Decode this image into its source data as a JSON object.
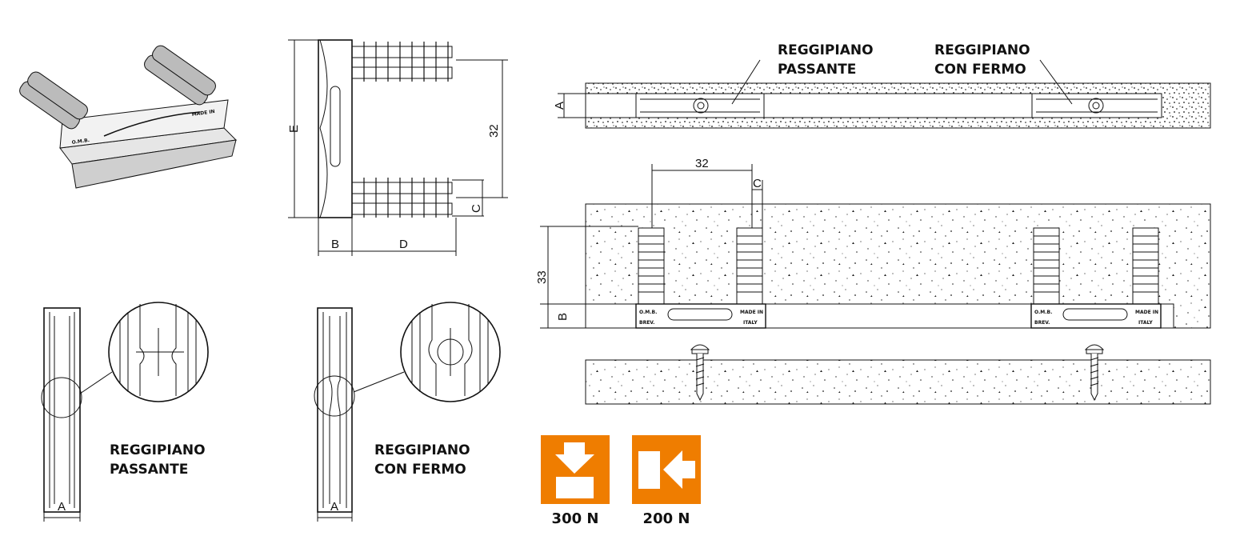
{
  "labels": {
    "passante_line1": "REGGIPIANO",
    "passante_line2": "PASSANTE",
    "fermo_line1": "REGGIPIANO",
    "fermo_line2": "CON FERMO"
  },
  "dimensions": {
    "a": "A",
    "b": "B",
    "c": "C",
    "d": "D",
    "e": "E",
    "front_height": "32",
    "spacing": "32",
    "depth": "33"
  },
  "product_marking": {
    "brand": "O.M.B.",
    "brev": "BREV.",
    "made_in": "MADE IN",
    "italy": "ITALY"
  },
  "loads": [
    {
      "icon": "vertical-load-icon",
      "value": "300 N"
    },
    {
      "icon": "horizontal-load-icon",
      "value": "200 N"
    }
  ],
  "colors": {
    "accent": "#EF7D00"
  }
}
